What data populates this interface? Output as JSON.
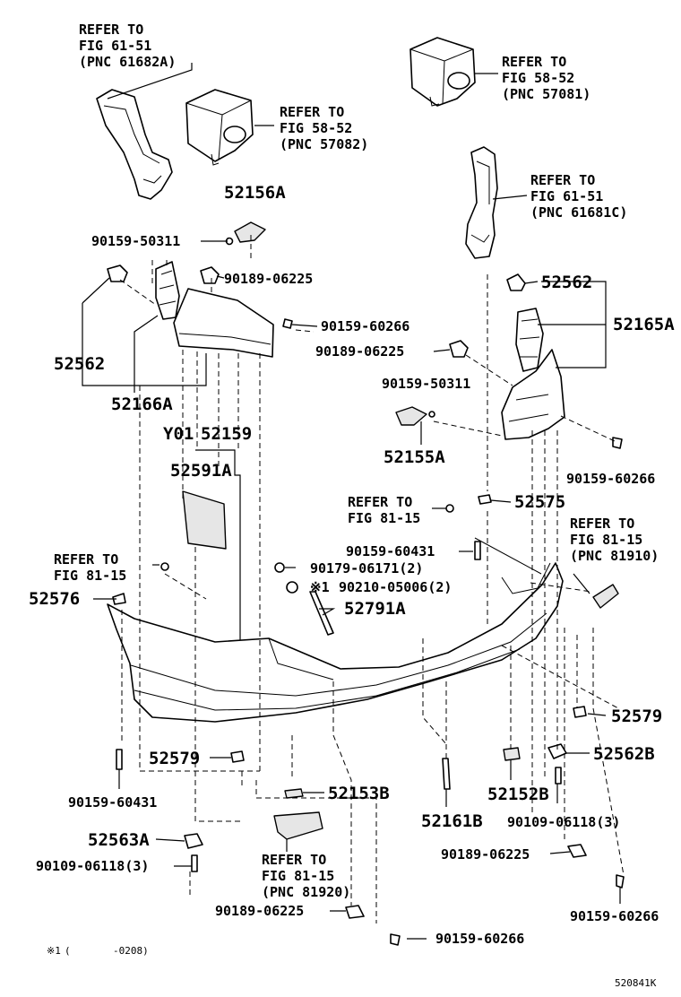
{
  "refs": {
    "r61682a": [
      "REFER TO",
      "FIG 61-51",
      "(PNC 61682A)"
    ],
    "r57081": [
      "REFER TO",
      "FIG 58-52",
      "(PNC 57081)"
    ],
    "r57082": [
      "REFER TO",
      "FIG 58-52",
      "(PNC 57082)"
    ],
    "r61681c": [
      "REFER TO",
      "FIG 61-51",
      "(PNC 61681C)"
    ],
    "r81910": [
      "REFER TO",
      "FIG 81-15",
      "(PNC 81910)"
    ],
    "r8115a": [
      "REFER TO",
      "FIG 81-15"
    ],
    "r8115b": [
      "REFER TO",
      "FIG 81-15"
    ],
    "r81920": [
      "REFER TO",
      "FIG 81-15",
      "(PNC 81920)"
    ]
  },
  "labels": {
    "p52156a": "52156A",
    "p90159_50311_a": "90159-50311",
    "p90189_06225_a": "90189-06225",
    "p90159_60266_a": "90159-60266",
    "p52562_a": "52562",
    "p52166a": "52166A",
    "p52562_b": "52562",
    "p52165a": "52165A",
    "p90189_06225_b": "90189-06225",
    "p90159_50311_b": "90159-50311",
    "p52155a": "52155A",
    "p90159_60266_b": "90159-60266",
    "p_y01": "Y01",
    "p52159": "52159",
    "p52591a": "52591A",
    "p52575": "52575",
    "p90159_60431_a": "90159-60431",
    "p90179_06171": "90179-06171(2)",
    "p_mark": "※1",
    "p90210_05006": "90210-05006(2)",
    "p52576": "52576",
    "p52791a": "52791A",
    "p52579_a": "52579",
    "p52579_b": "52579",
    "p52562b": "52562B",
    "p90159_60431_b": "90159-60431",
    "p52153b": "52153B",
    "p52161b": "52161B",
    "p52152b": "52152B",
    "p90109_06118_a": "90109-06118(3)",
    "p52563a": "52563A",
    "p90109_06118_b": "90109-06118(3)",
    "p90189_06225_c": "90189-06225",
    "p90189_06225_d": "90189-06225",
    "p90159_60266_c": "90159-60266",
    "p90159_60266_d": "90159-60266"
  },
  "footnote": {
    "mark": "※1",
    "open": "(",
    "value": "-0208)"
  },
  "diagram_id": "520841K"
}
